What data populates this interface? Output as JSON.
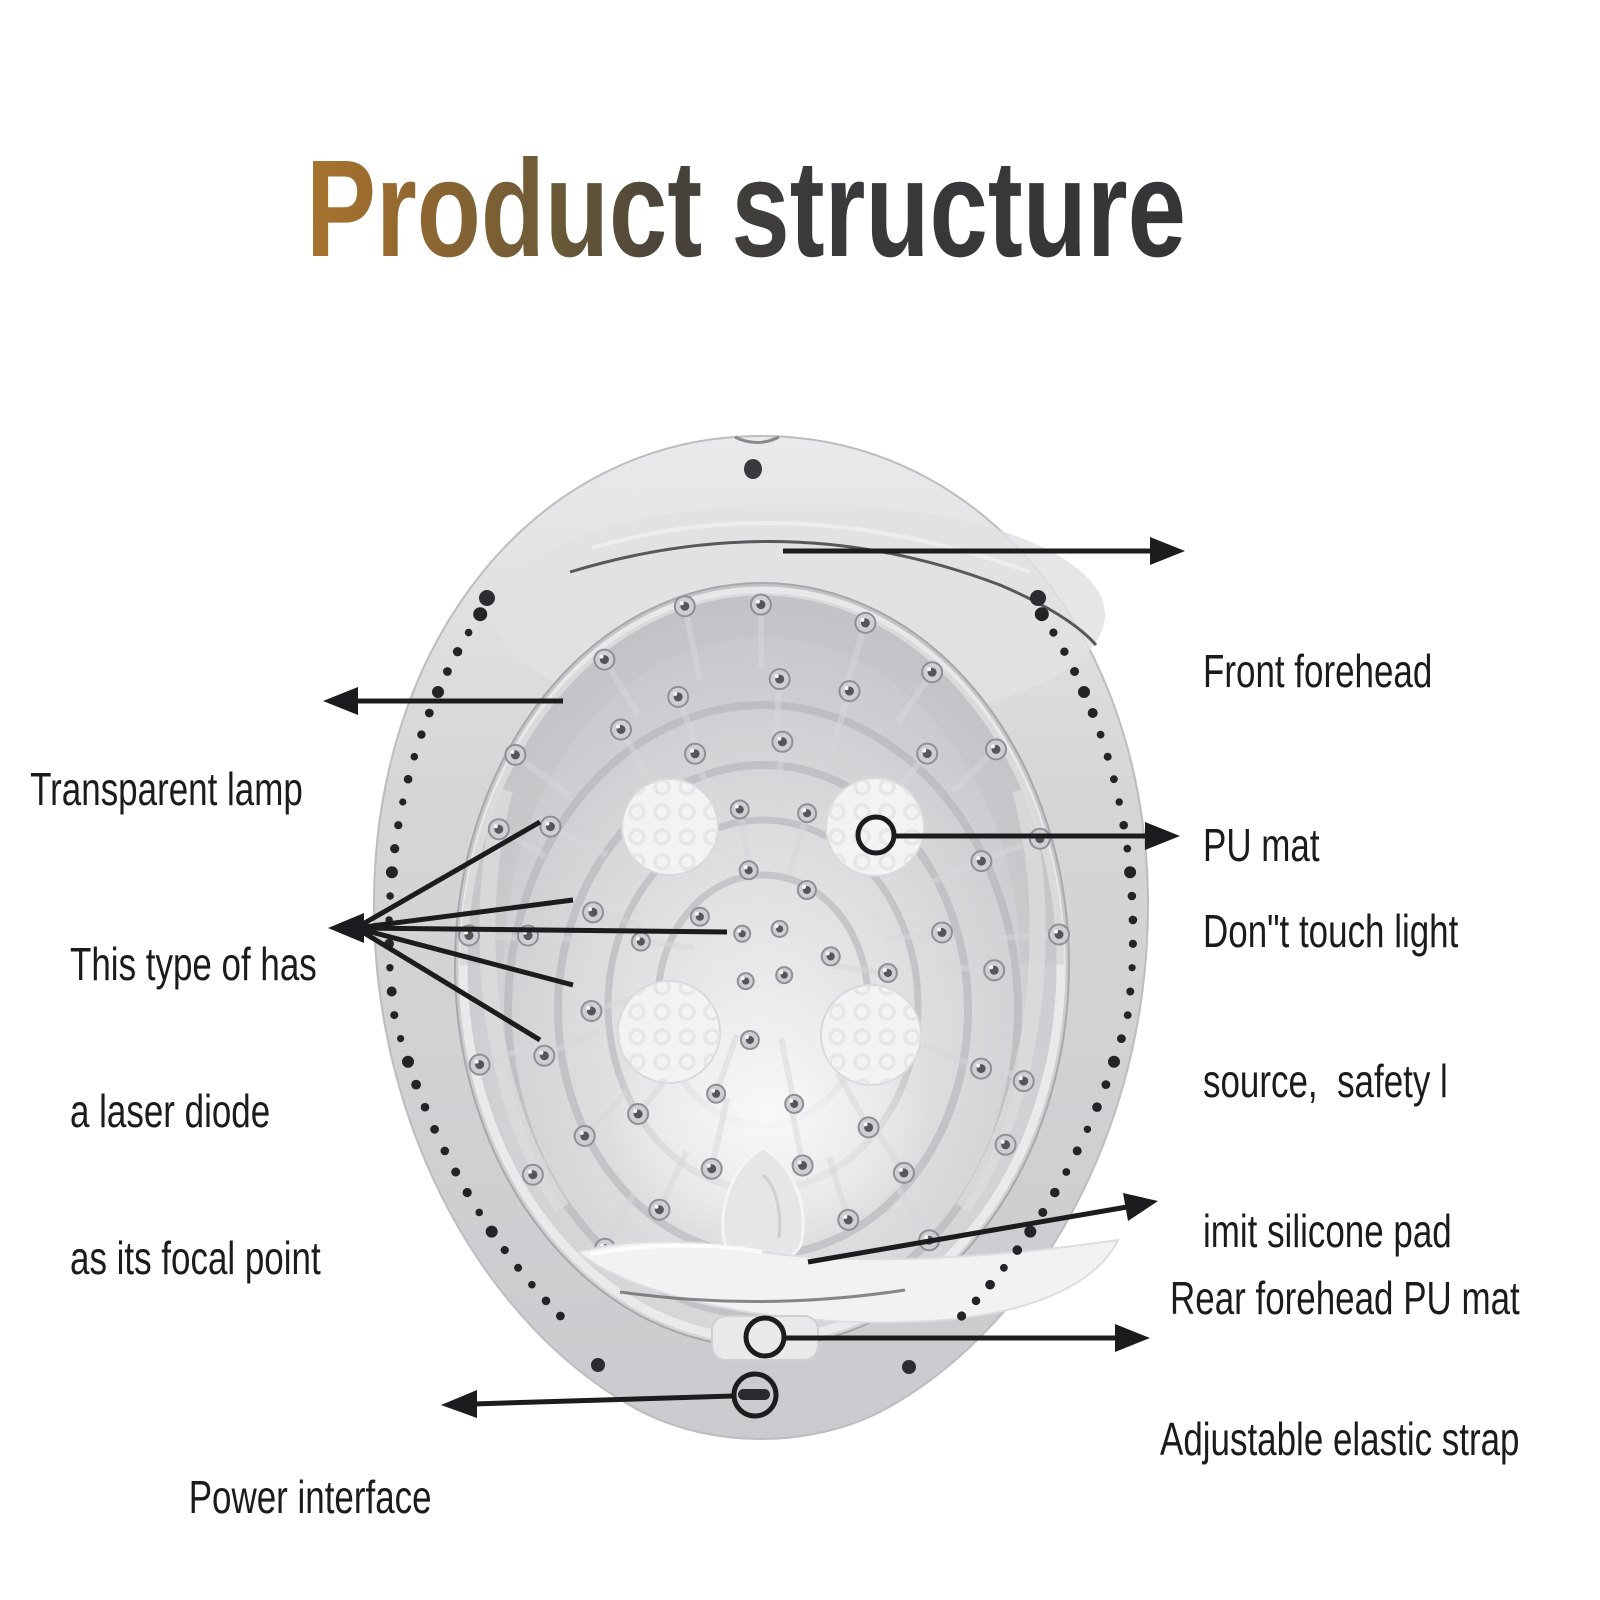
{
  "title": {
    "text": "Product structure"
  },
  "colors": {
    "title_gradient_start": "#a8742f",
    "title_gradient_end": "#3a3a3c",
    "label_text": "#1b1b1b",
    "arrow": "#1c1c1e",
    "helmet_shell": "#d6d6d8",
    "silicone_pad": "#f3f3f4"
  },
  "labels": {
    "front_forehead_pu_mat": {
      "line1": "Front forehead",
      "line2": "PU mat"
    },
    "transparent_lamp": {
      "text": "Transparent lamp"
    },
    "laser_diode": {
      "line1": "This type of has",
      "line2": "a laser diode",
      "line3": "as its focal point"
    },
    "dont_touch": {
      "line1": "Don\"t touch light",
      "line2": "source,  safety l",
      "line3": "imit silicone pad"
    },
    "rear_forehead_pu_mat": {
      "text": "Rear forehead PU mat"
    },
    "adjustable_elastic_strap": {
      "text": "Adjustable elastic strap"
    },
    "power_interface": {
      "text": "Power interface"
    }
  }
}
